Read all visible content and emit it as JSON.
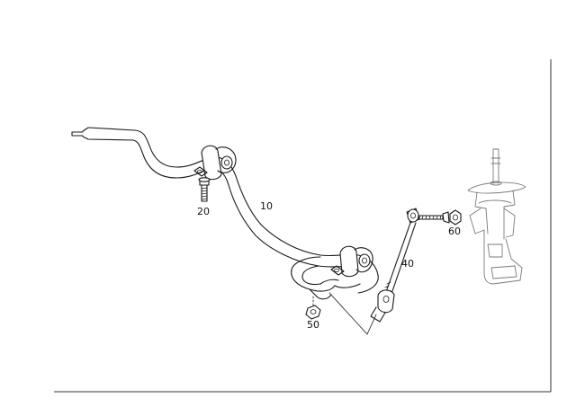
{
  "diagram": {
    "callouts": {
      "c10": "10",
      "c20": "20",
      "c40": "40",
      "c50": "50",
      "c60": "60"
    }
  }
}
